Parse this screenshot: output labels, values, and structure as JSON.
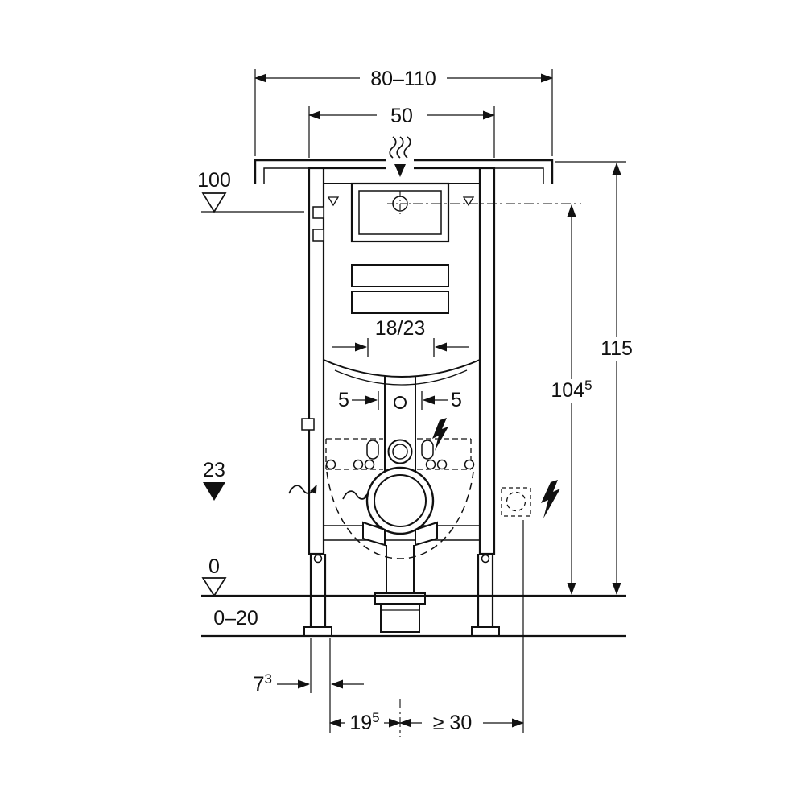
{
  "drawing": {
    "type": "technical-installation-diagram",
    "subject": "Wall-mounted WC concealed cistern installation element, front view, dimensions in cm",
    "colors": {
      "line": "#111111",
      "background": "#ffffff"
    }
  },
  "labels": {
    "width_range": "80–110",
    "actuator_width": "50",
    "level_top": "100",
    "total_height": "115",
    "actuator_height_main": "104",
    "actuator_height_sup": "5",
    "pipe_offset": "18/23",
    "side_offset_left": "5",
    "side_offset_right": "5",
    "outlet_level": "23",
    "floor_level": "0",
    "floor_buildup": "0–20",
    "foot_depth_main": "7",
    "foot_depth_sup": "3",
    "outlet_depth_main": "19",
    "outlet_depth_sup": "5",
    "side_clearance": "≥ 30"
  },
  "icons": {
    "vapor_arrow": "squiggle-lines-with-down-triangle",
    "lightning": "filled-zigzag-bolt",
    "level_open": "open-down-triangle",
    "level_filled": "filled-down-triangle",
    "flush_crosshair": "circle-with-dash-dot-cross",
    "wavy_arrow": "squiggle-arrow"
  }
}
